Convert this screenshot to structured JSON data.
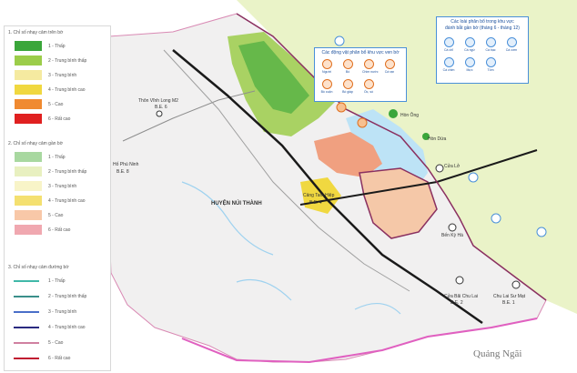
{
  "legend": {
    "sections": [
      {
        "title": "1. Chỉ số nhạy cảm trên bờ",
        "items": [
          "1 - Thấp",
          "2 - Trung bình thấp",
          "3 - Trung bình",
          "4 - Trung bình cao",
          "5 - Cao",
          "6 - Rất cao"
        ]
      },
      {
        "title": "2. Chỉ số nhạy cảm gần bờ",
        "items": [
          "1 - Thấp",
          "2 - Trung bình thấp",
          "3 - Trung bình",
          "4 - Trung bình cao",
          "5 - Cao",
          "6 - Rất cao"
        ]
      },
      {
        "title": "3. Chỉ số nhạy cảm đường bờ",
        "items": [
          "1 - Thấp",
          "2 - Trung bình thấp",
          "3 - Trung bình",
          "4 - Trung bình cao",
          "5 - Cao",
          "6 - Rất cao"
        ]
      }
    ],
    "colors": {
      "onshore": [
        "#3aa63a",
        "#9ccd4a",
        "#f5eaa0",
        "#f0d840",
        "#f08a30",
        "#e02020"
      ],
      "nearshore": [
        "#a8d8a0",
        "#e8f0c0",
        "#f8f4c8",
        "#f4e070",
        "#f8c8a8",
        "#f0a8b0"
      ],
      "shoreline": [
        "#40b8a8",
        "#3a8f8a",
        "#4a6fc8",
        "#2a2a80",
        "#d080a0",
        "#c01830"
      ]
    }
  },
  "infobox_animals": {
    "title": "Các động vật phân bổ khu vực ven bờ",
    "icons": [
      "Người",
      "Bò",
      "Chim nước",
      "Cá rạn",
      "Bò cuộn",
      "Bò giáp",
      "Ốc, sò"
    ],
    "icon_names": [
      "human-icon",
      "cow-icon",
      "waterbird-icon",
      "reef-fish-icon",
      "sea-snail-icon",
      "crab-icon",
      "shell-icon"
    ]
  },
  "infobox_seasonal": {
    "title": "Các loài phân bổ trong khu vực",
    "subtitle": "đánh bắt gần bờ (tháng 6 - tháng 12)",
    "icons": [
      "Cá chỉ",
      "Cá ngừ",
      "Cá bạc",
      "Cá cơm",
      "Cá chim",
      "Mực",
      "Tôm"
    ],
    "icon_names": [
      "fish-icon",
      "tuna-icon",
      "silver-fish-icon",
      "anchovy-icon",
      "pomfret-icon",
      "squid-icon",
      "shrimp-icon"
    ]
  },
  "places": {
    "district": "HUYỆN NÚI THÀNH",
    "region": "Quảng Ngãi",
    "lighthouse_1": "Thôn Vĩnh Long M2",
    "lighthouse_1_code": "B.E. 6",
    "hamlet_1": "Hố Phú Ninh",
    "hamlet_1_code": "B.E. 8",
    "island_1": "Hòn Ông",
    "island_2": "Hòn Dứa",
    "port": "Cảng Tam Hiệp",
    "port_code": "B.E. 4",
    "site_a": "Cửa Lở",
    "site_b": "Bến Kỳ Hà",
    "site_c": "Cửa Bãi Chu Lai",
    "site_c_code": "B.E. 2",
    "site_d": "Chu Lai Sư Mạt",
    "site_d_code": "B.E. 1"
  }
}
